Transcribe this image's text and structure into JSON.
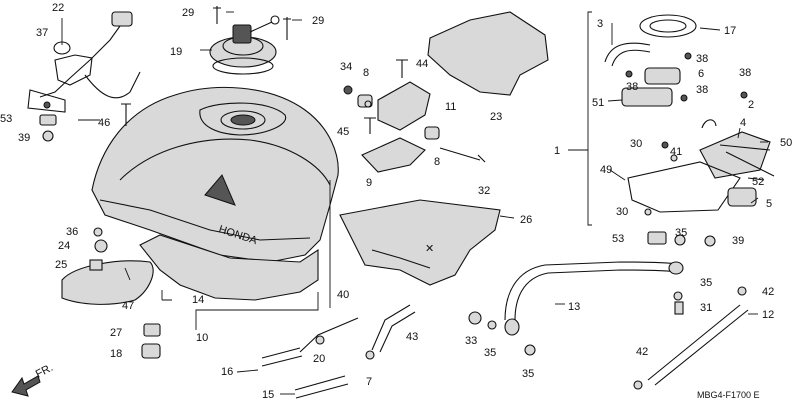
{
  "labels": {
    "p1": "1",
    "p2": "2",
    "p3": "3",
    "p4": "4",
    "p5": "5",
    "p6": "6",
    "p7": "7",
    "p8a": "8",
    "p8b": "8",
    "p9": "9",
    "p10": "10",
    "p11": "11",
    "p12": "12",
    "p13": "13",
    "p14": "14",
    "p15": "15",
    "p16": "16",
    "p17": "17",
    "p18": "18",
    "p19": "19",
    "p20": "20",
    "p22": "22",
    "p23": "23",
    "p24": "24",
    "p25": "25",
    "p26": "26",
    "p27": "27",
    "p29a": "29",
    "p29b": "29",
    "p30a": "30",
    "p30b": "30",
    "p31": "31",
    "p32": "32",
    "p33": "33",
    "p34": "34",
    "p35a": "35",
    "p35b": "35",
    "p35c": "35",
    "p35d": "35",
    "p36": "36",
    "p37": "37",
    "p38a": "38",
    "p38b": "38",
    "p38c": "38",
    "p38d": "38",
    "p39a": "39",
    "p39b": "39",
    "p40": "40",
    "p41": "41",
    "p42a": "42",
    "p42b": "42",
    "p43": "43",
    "p44": "44",
    "p45": "45",
    "p46": "46",
    "p47": "47",
    "p49": "49",
    "p50": "50",
    "p51": "51",
    "p52": "52",
    "p53a": "53",
    "p53b": "53"
  },
  "tank_brand": "HONDA",
  "direction_label": "FR.",
  "diagram_code": "MBG4-F1700 E"
}
